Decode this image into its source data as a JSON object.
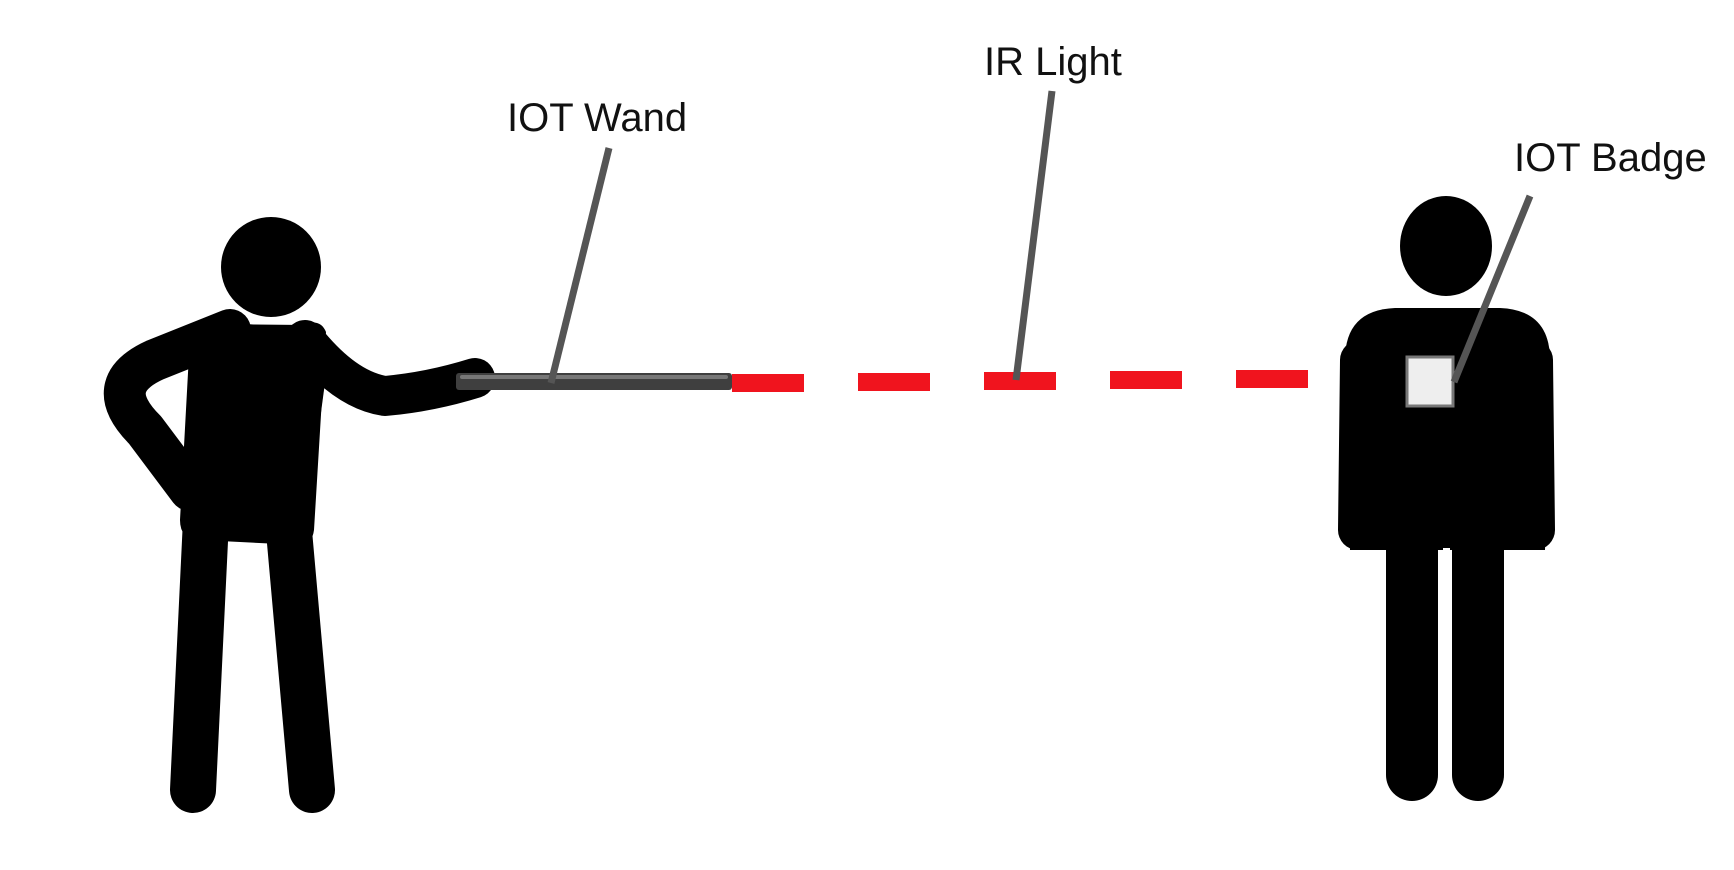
{
  "labels": {
    "wand": "IOT Wand",
    "ir_light": "IR Light",
    "badge": "IOT Badge"
  },
  "colors": {
    "figure": "#000000",
    "wand": "#3f3f3f",
    "ir_beam": "#f0141e",
    "leader_line": "#555555",
    "badge_fill": "#eeeeee",
    "badge_border": "#777777",
    "text": "#111111"
  },
  "icons": {
    "presenter": "person-pointing-icon",
    "receiver": "person-standing-icon"
  }
}
